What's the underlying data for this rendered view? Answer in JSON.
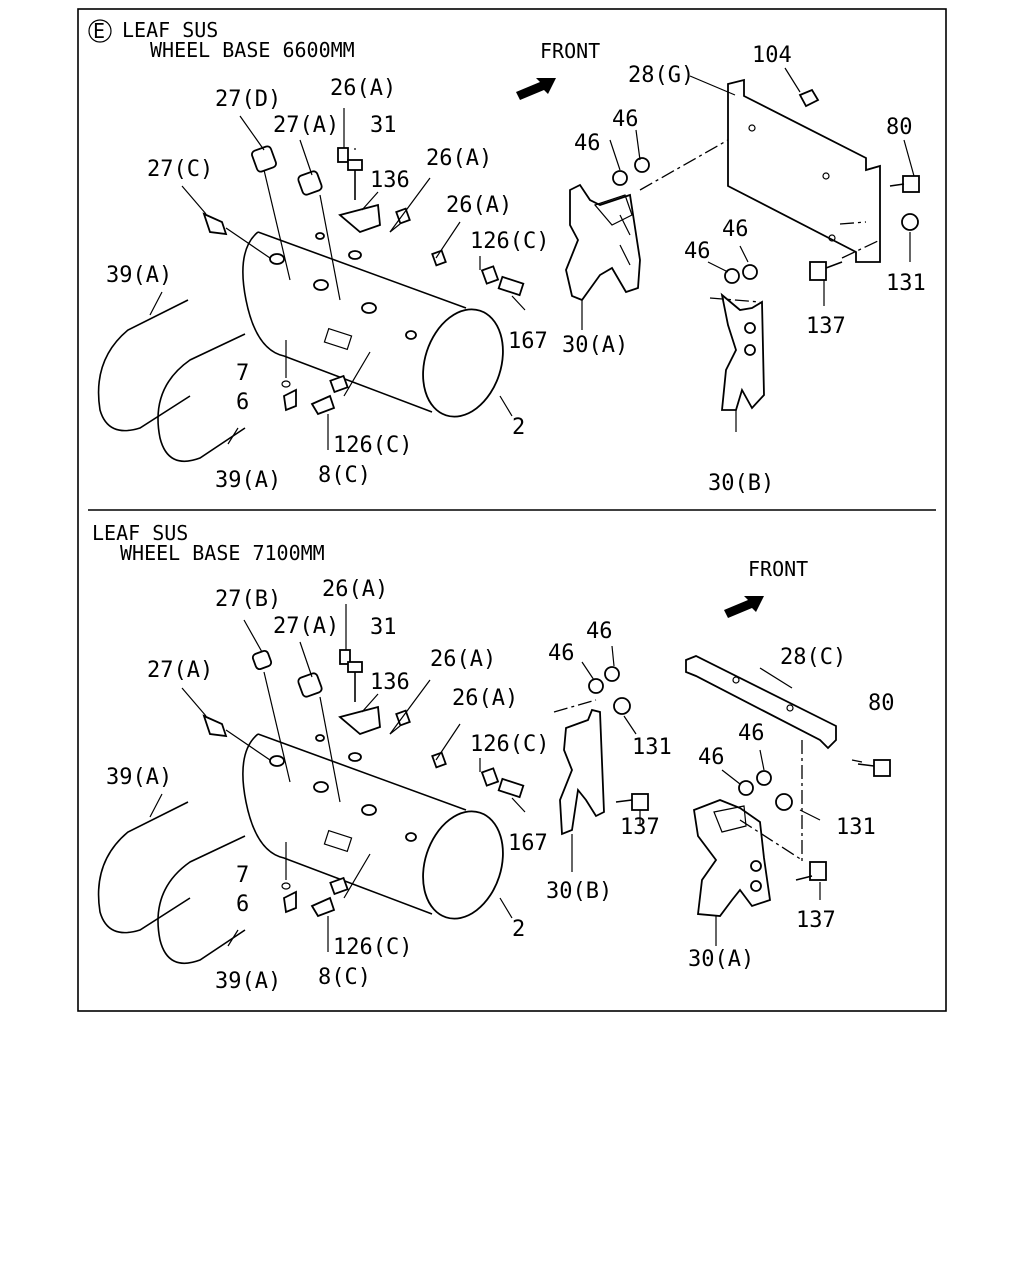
{
  "sections": [
    {
      "marker": "E",
      "title_line1": "LEAF SUS",
      "title_line2": "WHEEL BASE 6600MM",
      "front_label": "FRONT",
      "callouts": {
        "c27D": "27(D)",
        "c26A_1": "26(A)",
        "c27A": "27(A)",
        "c31": "31",
        "c26A_2": "26(A)",
        "c27C": "27(C)",
        "c136": "136",
        "c26A_3": "26(A)",
        "c126C_1": "126(C)",
        "c39A_1": "39(A)",
        "c167": "167",
        "c7": "7",
        "c6": "6",
        "c2": "2",
        "c126C_2": "126(C)",
        "c39A_2": "39(A)",
        "c8C": "8(C)",
        "c46_1": "46",
        "c46_2": "46",
        "c28G": "28(G)",
        "c104": "104",
        "c80": "80",
        "c30A": "30(A)",
        "c46_3": "46",
        "c46_4": "46",
        "c131": "131",
        "c137": "137",
        "c30B": "30(B)"
      }
    },
    {
      "marker": "",
      "title_line1": "LEAF SUS",
      "title_line2": "WHEEL BASE 7100MM",
      "front_label": "FRONT",
      "callouts": {
        "c27B": "27(B)",
        "c26A_1": "26(A)",
        "c27A_1": "27(A)",
        "c31": "31",
        "c26A_2": "26(A)",
        "c27A_2": "27(A)",
        "c136": "136",
        "c26A_3": "26(A)",
        "c126C_1": "126(C)",
        "c39A_1": "39(A)",
        "c167": "167",
        "c7": "7",
        "c6": "6",
        "c2": "2",
        "c126C_2": "126(C)",
        "c39A_2": "39(A)",
        "c8C": "8(C)",
        "c46_1": "46",
        "c46_2": "46",
        "c131_1": "131",
        "c137_1": "137",
        "c30B": "30(B)",
        "c28C": "28(C)",
        "c80": "80",
        "c46_3": "46",
        "c46_4": "46",
        "c131_2": "131",
        "c137_2": "137",
        "c30A": "30(A)"
      }
    }
  ]
}
